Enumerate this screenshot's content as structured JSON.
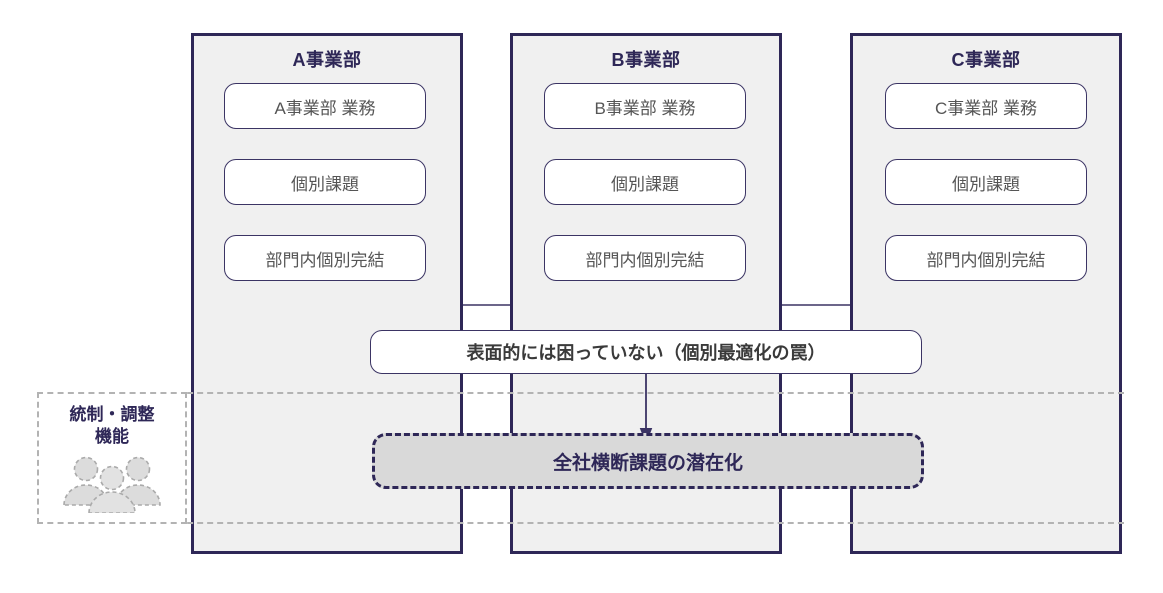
{
  "diagram": {
    "title_visible": false,
    "colors": {
      "frame_border": "#2e2757",
      "frame_fill": "#f0f0f0",
      "node_border": "#3b3464",
      "node_fill": "#ffffff",
      "node_text": "#555555",
      "latent_fill": "#d9d9d9",
      "dashed_grey": "#b3b3b3",
      "connector": "#2e2757"
    },
    "departments": [
      {
        "id": "a",
        "title": "A事業部",
        "nodes": [
          {
            "label": "A事業部 業務",
            "name": "node-a-operations"
          },
          {
            "label": "個別課題",
            "name": "node-a-individual-issue"
          },
          {
            "label": "部門内個別完結",
            "name": "node-a-siloed-completion"
          }
        ]
      },
      {
        "id": "b",
        "title": "B事業部",
        "nodes": [
          {
            "label": "B事業部 業務",
            "name": "node-b-operations"
          },
          {
            "label": "個別課題",
            "name": "node-b-individual-issue"
          },
          {
            "label": "部門内個別完結",
            "name": "node-b-siloed-completion"
          }
        ]
      },
      {
        "id": "c",
        "title": "C事業部",
        "nodes": [
          {
            "label": "C事業部 業務",
            "name": "node-c-operations"
          },
          {
            "label": "個別課題",
            "name": "node-c-individual-issue"
          },
          {
            "label": "部門内個別完結",
            "name": "node-c-siloed-completion"
          }
        ]
      }
    ],
    "center_message": "表面的には困っていない（個別最適化の罠）",
    "latent_message": "全社横断課題の潜在化",
    "governance": {
      "label_line1": "統制・調整",
      "label_line2": "機能",
      "icon": "people-group-icon"
    }
  }
}
